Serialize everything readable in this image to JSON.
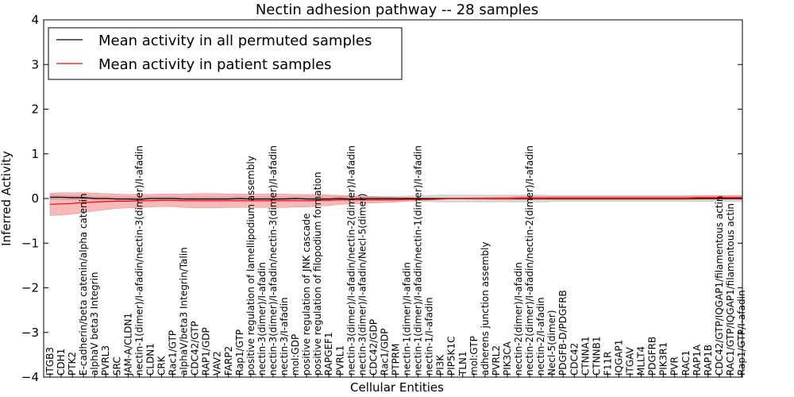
{
  "chart_data": {
    "type": "line",
    "title": "Nectin adhesion pathway -- 28 samples",
    "xlabel": "Cellular Entities",
    "ylabel": "Inferred Activity",
    "ylim": [
      -4,
      4
    ],
    "yticks": [
      "−4",
      "−3",
      "−2",
      "−1",
      "0",
      "1",
      "2",
      "3",
      "4"
    ],
    "grid": false,
    "legend_position": "top-left",
    "colors": {
      "permuted": "#000000",
      "patient": "#ff0000",
      "patient_band": "#f08080",
      "permuted_band": "#bfbfbf"
    },
    "categories": [
      "ITGB3",
      "CDH1",
      "PTK2",
      "E-cadherin/beta catenin/alpha catenin",
      "alphaV beta3 Integrin",
      "PVRL3",
      "SRC",
      "JAM-A/CLDN1",
      "nectin-1(dimer)/I-afadin/nectin-3(dimer)/I-afadin",
      "CLDN1",
      "CRK",
      "Rac1/GTP",
      "alphaV/beta3 Integrin/Talin",
      "CDC42/GTP",
      "RAP1/GDP",
      "VAV2",
      "FARP2",
      "Rap1/GTP",
      "positive regulation of lamellipodium assembly",
      "nectin-3(dimer)/I-afadin",
      "nectin-3(dimer)/I-afadin/nectin-3(dimer)/I-afadin",
      "nectin-3/I-afadin",
      "mol:GDP",
      "positive regulation of JNK cascade",
      "positive regulation of filopodium formation",
      "RAPGEF1",
      "PVRL1",
      "nectin-3(dimer)/I-afadin/nectin-2(dimer)/I-afadin",
      "nectin-3(dimer)/I-afadin/Necl-5(dimer)",
      "CDC42/GDP",
      "Rac1/GDP",
      "PTPRM",
      "nectin-1(dimer)/I-afadin",
      "nectin-1(dimer)/I-afadin/nectin-1(dimer)/I-afadin",
      "nectin-1/I-afadin",
      "PI3K",
      "PIP5K1C",
      "TLN1",
      "mol:GTP",
      "adherens junction assembly",
      "PVRL2",
      "PIK3CA",
      "nectin-2(dimer)/I-afadin",
      "nectin-2(dimer)/I-afadin/nectin-2(dimer)/I-afadin",
      "nectin-2/I-afadin",
      "Necl-5(dimer)",
      "PDGFB-D/PDGFRB",
      "CDC42",
      "CTNNA1",
      "CTNNB1",
      "F11R",
      "IQGAP1",
      "ITGAV",
      "MLLT4",
      "PDGFRB",
      "PIK3R1",
      "PVR",
      "RAC1",
      "RAP1A",
      "RAP1B",
      "CDC42/GTP/IQGAP1/filamentous actin",
      "RAC1/GTP/IQGAP1/filamentous actin",
      "Rap1/GTP/I-afadin"
    ],
    "series": [
      {
        "name": "Mean activity in all permuted samples",
        "values": [
          0.03,
          0.03,
          0.02,
          0.02,
          0.0,
          0.0,
          -0.01,
          -0.01,
          -0.02,
          0.0,
          0.0,
          0.0,
          -0.01,
          -0.01,
          -0.01,
          -0.01,
          -0.01,
          0.0,
          -0.01,
          -0.01,
          -0.01,
          -0.01,
          0.0,
          -0.01,
          -0.01,
          -0.01,
          0.0,
          -0.01,
          0.0,
          0.0,
          0.0,
          0.0,
          0.0,
          0.0,
          0.0,
          0.0,
          0.0,
          0.0,
          0.0,
          0.0,
          0.0,
          0.0,
          0.0,
          0.0,
          0.0,
          0.0,
          0.0,
          0.0,
          0.0,
          0.0,
          0.0,
          0.0,
          0.0,
          0.0,
          0.0,
          0.0,
          0.0,
          0.0,
          0.0,
          0.0,
          0.0,
          0.0,
          0.0
        ],
        "band": [
          0.05,
          0.05,
          0.05,
          0.05,
          0.05,
          0.05,
          0.05,
          0.05,
          0.05,
          0.05,
          0.05,
          0.05,
          0.05,
          0.05,
          0.05,
          0.05,
          0.05,
          0.05,
          0.05,
          0.05,
          0.05,
          0.05,
          0.05,
          0.05,
          0.05,
          0.05,
          0.05,
          0.05,
          0.05,
          0.05,
          0.05,
          0.05,
          0.06,
          0.06,
          0.07,
          0.08,
          0.08,
          0.08,
          0.08,
          0.08,
          0.08,
          0.08,
          0.08,
          0.08,
          0.08,
          0.07,
          0.07,
          0.07,
          0.07,
          0.07,
          0.07,
          0.07,
          0.07,
          0.07,
          0.07,
          0.07,
          0.07,
          0.07,
          0.07,
          0.07,
          0.07,
          0.07,
          0.07
        ]
      },
      {
        "name": "Mean activity in patient samples",
        "values": [
          -0.13,
          -0.12,
          -0.11,
          -0.09,
          -0.08,
          -0.07,
          -0.06,
          -0.06,
          -0.05,
          -0.05,
          -0.04,
          -0.04,
          -0.05,
          -0.05,
          -0.05,
          -0.05,
          -0.05,
          -0.05,
          -0.05,
          -0.05,
          -0.05,
          -0.05,
          -0.05,
          -0.05,
          -0.04,
          -0.04,
          -0.03,
          -0.03,
          -0.03,
          -0.03,
          -0.03,
          -0.03,
          -0.02,
          -0.02,
          -0.02,
          -0.01,
          0.0,
          0.0,
          0.0,
          0.0,
          0.0,
          0.0,
          0.01,
          0.01,
          0.01,
          0.01,
          0.01,
          0.01,
          0.01,
          0.01,
          0.01,
          0.01,
          0.01,
          0.01,
          0.01,
          0.01,
          0.01,
          0.01,
          0.02,
          0.02,
          0.02,
          0.02,
          0.02
        ],
        "band": [
          0.25,
          0.25,
          0.24,
          0.22,
          0.2,
          0.18,
          0.16,
          0.15,
          0.15,
          0.14,
          0.14,
          0.14,
          0.15,
          0.16,
          0.16,
          0.16,
          0.15,
          0.15,
          0.15,
          0.15,
          0.15,
          0.15,
          0.14,
          0.14,
          0.13,
          0.12,
          0.1,
          0.09,
          0.08,
          0.07,
          0.06,
          0.05,
          0.04,
          0.03,
          0.02,
          0.01,
          0.01,
          0.01,
          0.02,
          0.02,
          0.03,
          0.03,
          0.04,
          0.04,
          0.04,
          0.04,
          0.04,
          0.04,
          0.04,
          0.04,
          0.04,
          0.04,
          0.04,
          0.04,
          0.04,
          0.04,
          0.04,
          0.04,
          0.04,
          0.04,
          0.04,
          0.04,
          0.04
        ]
      }
    ]
  }
}
